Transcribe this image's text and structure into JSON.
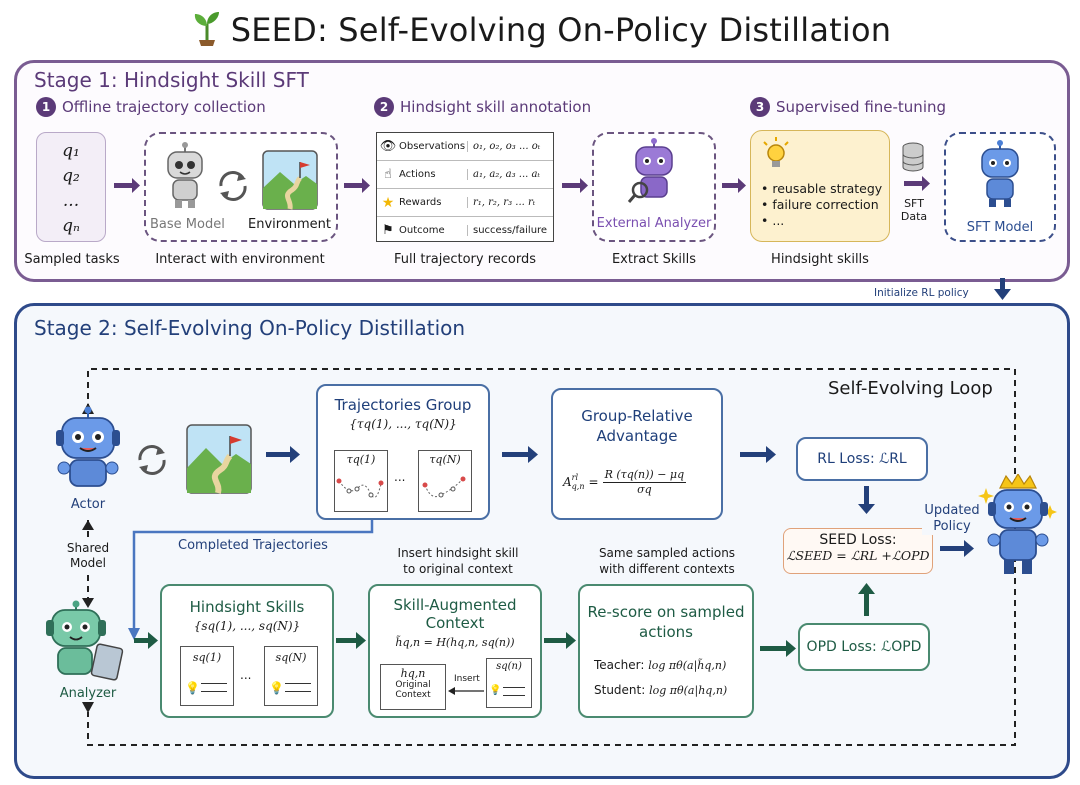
{
  "title": "SEED: Self-Evolving On-Policy Distillation",
  "stage1": {
    "title": "Stage 1: Hindsight Skill SFT",
    "steps": [
      {
        "num": "1",
        "label": "Offline trajectory collection"
      },
      {
        "num": "2",
        "label": "Hindsight skill annotation"
      },
      {
        "num": "3",
        "label": "Supervised fine-tuning"
      }
    ],
    "tasks": [
      "q₁",
      "q₂",
      "...",
      "qₙ"
    ],
    "base_model_label": "Base Model",
    "environment_label": "Environment",
    "record_rows": [
      {
        "label": "Observations",
        "value": "o₁, o₂, o₃ ... oₜ"
      },
      {
        "label": "Actions",
        "value": "a₁, a₂, a₃ ... aₜ"
      },
      {
        "label": "Rewards",
        "value": "r₁, r₂, r₃ ... rₜ"
      },
      {
        "label": "Outcome",
        "value": "success/failure"
      }
    ],
    "analyzer_label": "External Analyzer",
    "skill_bullets": [
      "• reusable strategy",
      "• failure correction",
      "• ..."
    ],
    "sft_data_label_1": "SFT",
    "sft_data_label_2": "Data",
    "sft_model_label": "SFT Model",
    "captions": {
      "tasks": "Sampled tasks",
      "interact": "Interact with environment",
      "records": "Full trajectory records",
      "extract": "Extract Skills",
      "skills": "Hindsight skills"
    },
    "init_label": "Initialize RL policy"
  },
  "stage2": {
    "title": "Stage 2: Self-Evolving On-Policy Distillation",
    "loop_label": "Self-Evolving Loop",
    "actor_label": "Actor",
    "analyzer_label": "Analyzer",
    "shared_model_1": "Shared",
    "shared_model_2": "Model",
    "completed_label": "Completed Trajectories",
    "trajectories": {
      "title": "Trajectories Group",
      "set": "{τq(1), ..., τq(N)}",
      "card1": "τq(1)",
      "cardN": "τq(N)",
      "dots": "..."
    },
    "advantage": {
      "title_1": "Group-Relative",
      "title_2": "Advantage",
      "lhs": "A",
      "lhs_sup": "rl",
      "lhs_sub": "q,n",
      "numerator": "R (τq(n)) − μq",
      "denominator": "σq"
    },
    "rl_loss": "RL Loss: ℒRL",
    "seed_loss_title": "SEED Loss:",
    "seed_loss_formula": "ℒSEED = ℒRL +ℒOPD",
    "opd_loss": "OPD Loss: ℒOPD",
    "updated_policy_1": "Updated",
    "updated_policy_2": "Policy",
    "insert_caption_1": "Insert hindsight skill",
    "insert_caption_2": "to original context",
    "same_caption_1": "Same sampled actions",
    "same_caption_2": "with different contexts",
    "hindsight": {
      "title": "Hindsight Skills",
      "set": "{sq(1), ..., sq(N)}",
      "card1": "sq(1)",
      "cardN": "sq(N)",
      "dots": "..."
    },
    "skill_context": {
      "title_1": "Skill-Augmented",
      "title_2": "Context",
      "formula": "h̃q,n = H(hq,n, sq(n))",
      "orig_var": "hq,n",
      "orig_1": "Original",
      "orig_2": "Context",
      "insert": "Insert",
      "skill_card": "sq(n)"
    },
    "rescore": {
      "title_1": "Re-score on sampled",
      "title_2": "actions",
      "teacher_label": "Teacher:",
      "teacher_formula": "log πθ(a|h̃q,n)",
      "student_label": "Student:",
      "student_formula": "log πθ(a|hq,n)"
    }
  },
  "colors": {
    "stage1_border": "#7a5c92",
    "stage2_border": "#2e4a8a",
    "purple_arrow": "#5b3a78",
    "blue_arrow": "#23407a",
    "green_arrow": "#1e5b44"
  }
}
